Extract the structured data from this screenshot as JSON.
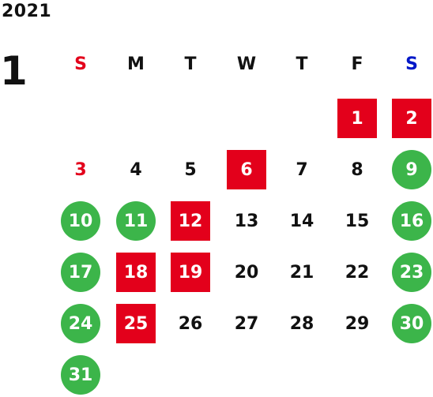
{
  "calendar": {
    "year": "2021",
    "month": "1",
    "weekdays": [
      "S",
      "M",
      "T",
      "W",
      "T",
      "F",
      "S"
    ],
    "weeks": [
      [
        null,
        null,
        null,
        null,
        null,
        {
          "d": "1",
          "t": "red"
        },
        {
          "d": "2",
          "t": "red"
        }
      ],
      [
        {
          "d": "3",
          "t": "sun"
        },
        {
          "d": "4",
          "t": "normal"
        },
        {
          "d": "5",
          "t": "normal"
        },
        {
          "d": "6",
          "t": "red"
        },
        {
          "d": "7",
          "t": "normal"
        },
        {
          "d": "8",
          "t": "normal"
        },
        {
          "d": "9",
          "t": "green"
        }
      ],
      [
        {
          "d": "10",
          "t": "green"
        },
        {
          "d": "11",
          "t": "green"
        },
        {
          "d": "12",
          "t": "red"
        },
        {
          "d": "13",
          "t": "normal"
        },
        {
          "d": "14",
          "t": "normal"
        },
        {
          "d": "15",
          "t": "normal"
        },
        {
          "d": "16",
          "t": "green"
        }
      ],
      [
        {
          "d": "17",
          "t": "green"
        },
        {
          "d": "18",
          "t": "red"
        },
        {
          "d": "19",
          "t": "red"
        },
        {
          "d": "20",
          "t": "normal"
        },
        {
          "d": "21",
          "t": "normal"
        },
        {
          "d": "22",
          "t": "normal"
        },
        {
          "d": "23",
          "t": "green"
        }
      ],
      [
        {
          "d": "24",
          "t": "green"
        },
        {
          "d": "25",
          "t": "red"
        },
        {
          "d": "26",
          "t": "normal"
        },
        {
          "d": "27",
          "t": "normal"
        },
        {
          "d": "28",
          "t": "normal"
        },
        {
          "d": "29",
          "t": "normal"
        },
        {
          "d": "30",
          "t": "green"
        }
      ],
      [
        {
          "d": "31",
          "t": "green"
        },
        null,
        null,
        null,
        null,
        null,
        null
      ]
    ]
  },
  "colors": {
    "holiday_red": "#e3001b",
    "weekend_green": "#3cb54a",
    "saturday_blue": "#0018c8"
  }
}
